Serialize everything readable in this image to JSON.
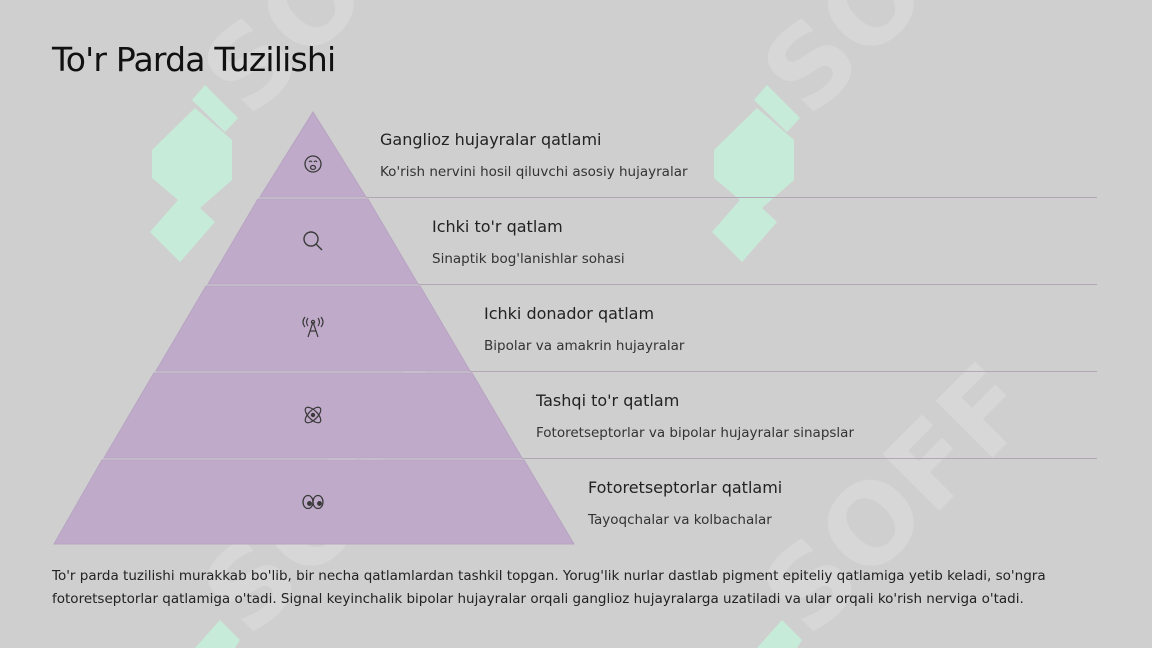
{
  "title": "To'r Parda Tuzilishi",
  "watermark": "SOFF",
  "colors": {
    "background": "#cfcfcf",
    "layer_fill": "#bfabc9",
    "layer_stroke": "#b7a3c2",
    "separator": "#b3a7b6",
    "icon": "#3a3a3a",
    "watermark_green": "#c6ecd9",
    "watermark_gray": "#d7d7d7"
  },
  "layers": [
    {
      "title": "Ganglioz hujayralar qatlami",
      "description": "Ko'rish nervini hosil qiluvchi asosiy hujayralar",
      "icon": "face-icon"
    },
    {
      "title": "Ichki to'r qatlam",
      "description": "Sinaptik bog'lanishlar sohasi",
      "icon": "search-icon"
    },
    {
      "title": "Ichki donador qatlam",
      "description": "Bipolar va amakrin hujayralar",
      "icon": "antenna-icon"
    },
    {
      "title": "Tashqi to'r qatlam",
      "description": "Fotoretseptorlar va bipolar hujayralar sinapslar",
      "icon": "atom-icon"
    },
    {
      "title": "Fotoretseptorlar qatlami",
      "description": "Tayoqchalar va kolbachalar",
      "icon": "eyes-icon"
    }
  ],
  "summary": "To'r parda tuzilishi murakkab bo'lib, bir necha qatlamlardan tashkil topgan. Yorug'lik nurlar dastlab pigment epiteliy qatlamiga yetib keladi, so'ngra fotoretseptorlar qatlamiga o'tadi. Signal keyinchalik bipolar hujayralar orqali ganglioz hujayralarga uzatiladi va ular orqali ko'rish nerviga o'tadi."
}
